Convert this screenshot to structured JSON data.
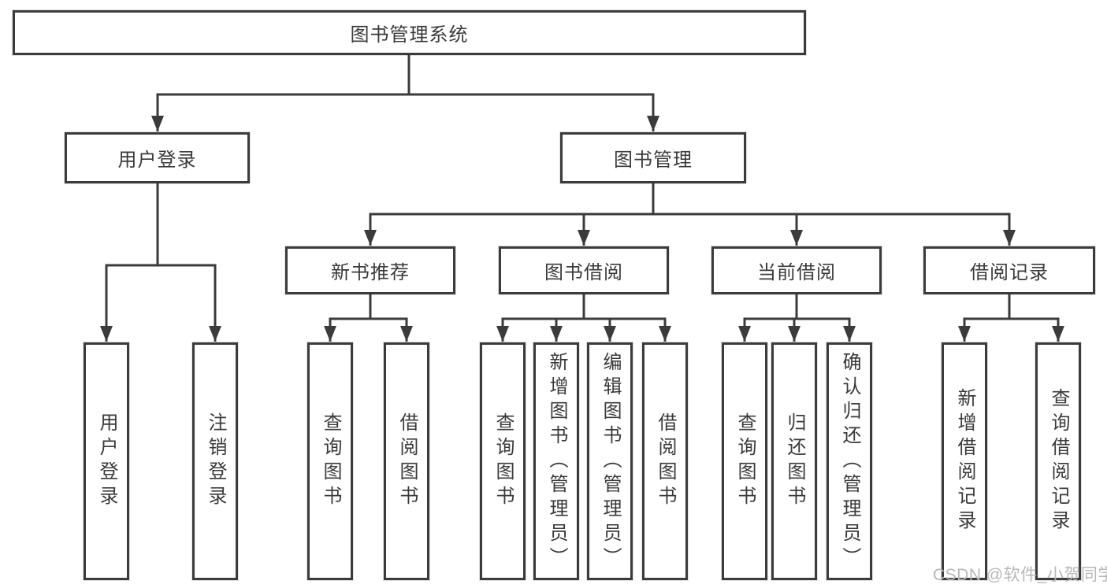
{
  "diagram": {
    "root": "图书管理系统",
    "branches": [
      {
        "label": "用户登录",
        "children": [
          "用户登录",
          "注销登录"
        ]
      },
      {
        "label": "图书管理",
        "groups": [
          {
            "label": "新书推荐",
            "children": [
              "查询图书",
              "借阅图书"
            ]
          },
          {
            "label": "图书借阅",
            "children": [
              "查询图书",
              "新增图书（管理员）",
              "编辑图书（管理员）",
              "借阅图书"
            ]
          },
          {
            "label": "当前借阅",
            "children": [
              "查询图书",
              "归还图书",
              "确认归还（管理员）"
            ]
          },
          {
            "label": "借阅记录",
            "children": [
              "新增借阅记录",
              "查询借阅记录"
            ]
          }
        ]
      }
    ]
  },
  "watermark": "CSDN @软件_小贺同学",
  "colors": {
    "line": "#3b3b3b",
    "box_background": "#ffffff",
    "watermark": "#b8b8b8"
  }
}
